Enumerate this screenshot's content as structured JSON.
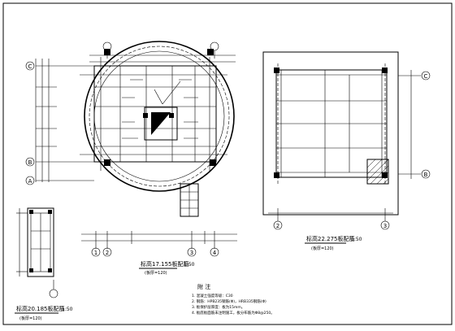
{
  "main_plan": {
    "title": "标高17.155板配筋",
    "scale": "1:50",
    "thickness": "(板厚=120)",
    "axis_a": "A",
    "axis_b": "B",
    "axis_c": "C",
    "axis_1": "1",
    "axis_2": "2",
    "axis_3": "3",
    "axis_4": "4"
  },
  "right_plan": {
    "title": "标高22.275板配筋",
    "scale": "1:50",
    "thickness": "(板厚=120)",
    "axis_b": "B",
    "axis_c": "C",
    "axis_2": "2",
    "axis_3": "3"
  },
  "small_plan": {
    "title": "标高20.185板配筋",
    "scale": "1:50",
    "thickness": "(板厚=120)"
  },
  "notes": {
    "heading": "附 注",
    "items": [
      "1. 混凝土强度等级：C30",
      "2. 钢筋：HPB235钢筋(Φ)，HRB335钢筋(Φ)",
      "3. 板保护层厚度：板为15mm。",
      "4. 板底板面筋未注明施工，板分布筋为Φ8@250。"
    ]
  }
}
